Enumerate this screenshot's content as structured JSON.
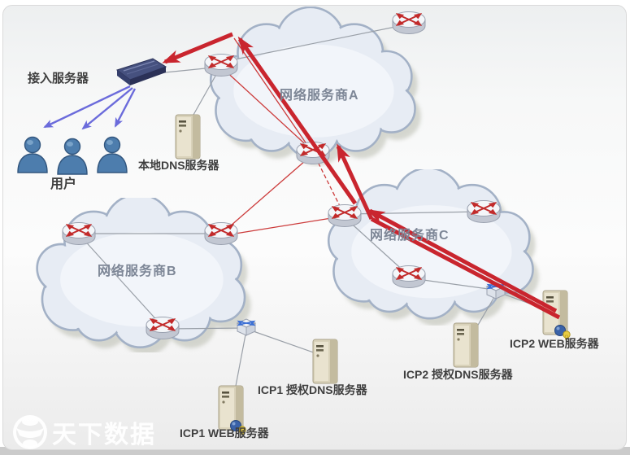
{
  "diagram": {
    "clouds": [
      {
        "id": "isp-a",
        "label": "网络服务商A"
      },
      {
        "id": "isp-b",
        "label": "网络服务商B"
      },
      {
        "id": "isp-c",
        "label": "网络服务商C"
      }
    ],
    "nodes": {
      "access_server": {
        "label": "接入服务器"
      },
      "users": {
        "label": "用户"
      },
      "local_dns": {
        "label": "本地DNS服务器"
      },
      "icp1_dns": {
        "label": "ICP1 授权DNS服务器"
      },
      "icp1_web": {
        "label": "ICP1 WEB服务器"
      },
      "icp2_dns": {
        "label": "ICP2 授权DNS服务器"
      },
      "icp2_web": {
        "label": "ICP2 WEB服务器"
      }
    },
    "watermark": {
      "brand": "天下数据"
    },
    "colors": {
      "response_arrow": "#c9252e",
      "query_line": "#cc3b3b",
      "user_arrow": "#6b6bdb",
      "link_line": "#9aa0a8",
      "cloud_fill": "#e7ecf4",
      "cloud_border": "#a3b1c6",
      "node_label": "#3f3f3f",
      "cloud_label": "#7d8696"
    }
  }
}
